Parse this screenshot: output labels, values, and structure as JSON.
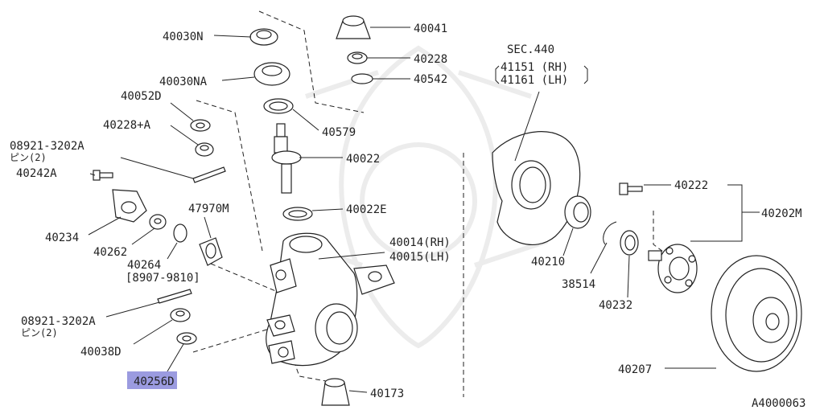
{
  "labels": {
    "p40030N": "40030N",
    "p40030NA": "40030NA",
    "p40052D": "40052D",
    "p40228A": "40228+A",
    "p08921a_1": "08921-3202A",
    "p08921a_2": "ピン(2)",
    "p40242A": "40242A",
    "p40234": "40234",
    "p40262": "40262",
    "p40264": "40264",
    "p40264_range": "[8907-9810]",
    "p47970M": "47970M",
    "p08921b_1": "08921-3202A",
    "p08921b_2": "ピン(2)",
    "p40038D": "40038D",
    "p40256D": "40256D",
    "p40041": "40041",
    "p40228": "40228",
    "p40542": "40542",
    "p40579": "40579",
    "p40022": "40022",
    "p40022E": "40022E",
    "p40014": "40014(RH)",
    "p40015": "40015(LH)",
    "p40173": "40173",
    "sec440": "SEC.440",
    "sec41151": "41151 (RH)",
    "sec41161": "41161 (LH)",
    "p40210": "40210",
    "p38514": "38514",
    "p40232": "40232",
    "p40222": "40222",
    "p40202M": "40202M",
    "p40207": "40207",
    "diagram_id": "A4000063"
  },
  "highlight_color": "#9b9be0"
}
